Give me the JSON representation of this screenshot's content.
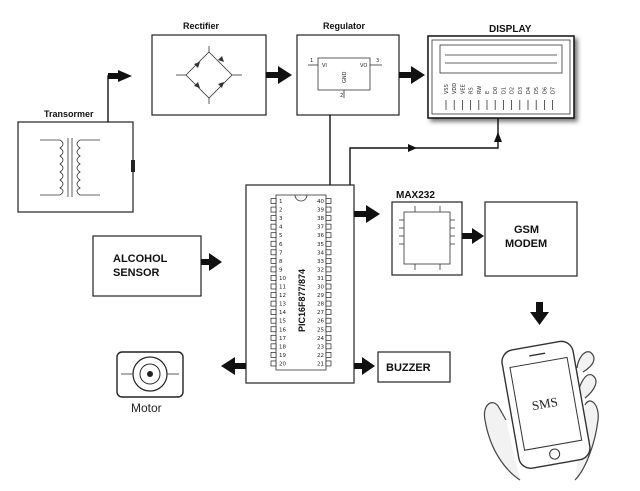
{
  "blocks": {
    "transformer": "Transormer",
    "rectifier": "Rectifier",
    "regulator": "Regulator",
    "display": "DISPLAY",
    "max232": "MAX232",
    "gsm_line1": "GSM",
    "gsm_line2": "MODEM",
    "alcohol_line1": "ALCOHOL",
    "alcohol_line2": "SENSOR",
    "mcu": "PIC16F877/874",
    "buzzer": "BUZZER",
    "motor": "Motor",
    "phone_text": "SMS"
  },
  "regulator_pins": {
    "vi": "VI",
    "vo": "VO",
    "gnd": "GND",
    "p1": "1",
    "p2": "2",
    "p3": "3"
  },
  "lcd_pins": [
    "VSS",
    "VDD",
    "VEE",
    "RS",
    "RW",
    "E",
    "D0",
    "D1",
    "D2",
    "D3",
    "D4",
    "D5",
    "D6",
    "D7"
  ],
  "mcu_pins_left": [
    "1",
    "2",
    "3",
    "4",
    "5",
    "6",
    "7",
    "8",
    "9",
    "10",
    "11",
    "12",
    "13",
    "14",
    "15",
    "16",
    "17",
    "18",
    "19",
    "20"
  ],
  "mcu_pins_right": [
    "40",
    "39",
    "38",
    "37",
    "36",
    "35",
    "34",
    "33",
    "32",
    "31",
    "30",
    "29",
    "28",
    "27",
    "26",
    "25",
    "24",
    "23",
    "22",
    "21"
  ]
}
